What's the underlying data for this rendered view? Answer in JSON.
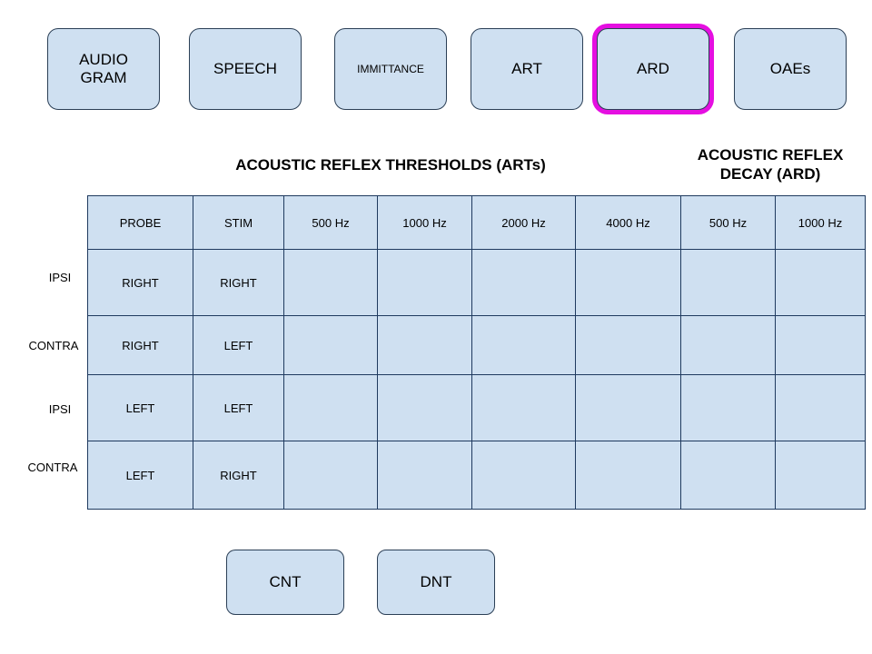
{
  "nav": {
    "audiogram": "AUDIO\nGRAM",
    "speech": "SPEECH",
    "immittance": "IMMITTANCE",
    "art": "ART",
    "ard": "ARD",
    "oaes": "OAEs",
    "selected": "ARD",
    "selected_color": "#e50fe1"
  },
  "headings": {
    "art": "ACOUSTIC REFLEX THRESHOLDS (ARTs)",
    "ard_line1": "ACOUSTIC REFLEX",
    "ard_line2": "DECAY (ARD)"
  },
  "table": {
    "headers": [
      "PROBE",
      "STIM",
      "500 Hz",
      "1000 Hz",
      "2000 Hz",
      "4000 Hz",
      "500 Hz",
      "1000 Hz"
    ],
    "rows": [
      {
        "type": "IPSI",
        "probe": "RIGHT",
        "stim": "RIGHT"
      },
      {
        "type": "CONTRA",
        "probe": "RIGHT",
        "stim": "LEFT"
      },
      {
        "type": "IPSI",
        "probe": "LEFT",
        "stim": "LEFT"
      },
      {
        "type": "CONTRA",
        "probe": "LEFT",
        "stim": "RIGHT"
      }
    ]
  },
  "actions": {
    "cnt": "CNT",
    "dnt": "DNT"
  },
  "colors": {
    "button_fill": "#cfe0f1",
    "grid_line": "#1f3a5f",
    "highlight": "#e50fe1"
  }
}
